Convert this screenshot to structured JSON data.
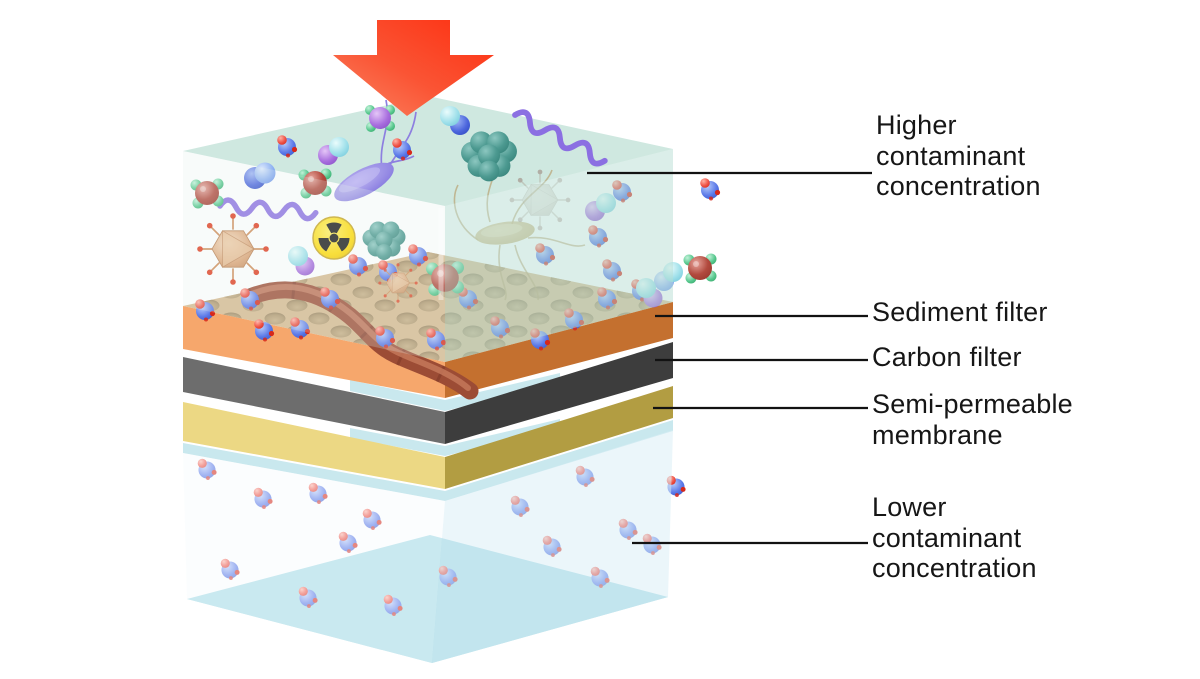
{
  "labels": [
    {
      "id": "higher",
      "text": "Higher\ncontaminant\nconcentration"
    },
    {
      "id": "sediment",
      "text": "Sediment filter"
    },
    {
      "id": "carbon",
      "text": "Carbon filter"
    },
    {
      "id": "membrane",
      "text": "Semi-permeable\nmembrane"
    },
    {
      "id": "lower",
      "text": "Lower\ncontaminant\nconcentration"
    }
  ],
  "colors": {
    "arrow": "#fd3b1d",
    "arrow_light": "#fb8765",
    "box_top": "#cfe8e0",
    "box_left_wall": "#e2f1ec",
    "box_right_wall": "#b7ddd3",
    "sediment_surface": "#d6b98e",
    "sediment_front_left": "#f6a76c",
    "sediment_front_right": "#c4702f",
    "carbon_front_left": "#6d6d6d",
    "carbon_front_right": "#3d3d3d",
    "membrane_front_left": "#ecd884",
    "membrane_front_right": "#b29d42",
    "inter_layer_water": "#c9e8ee",
    "lower_left_wall": "#f7fbfd",
    "lower_right_wall": "#daeef6",
    "lower_floor": "#a5dae5",
    "leader_line": "#121212",
    "label_text": "#161616"
  },
  "icons": [
    "flow-down-arrow-icon",
    "water-molecule-icon",
    "organic-molecule-icon",
    "oxygen-molecule-icon",
    "virus-icon",
    "bacteria-icon",
    "radioactive-particle-icon",
    "polymer-strand-icon",
    "microbe-cluster-icon"
  ]
}
